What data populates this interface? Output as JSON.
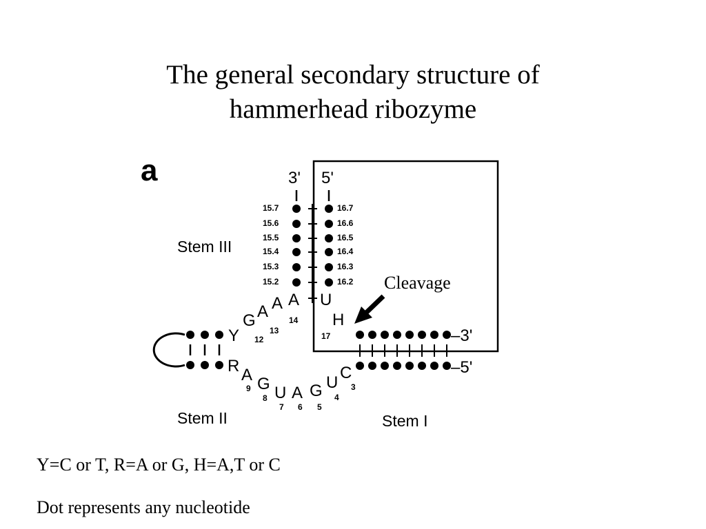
{
  "slide": {
    "title_line1": "The general secondary structure of",
    "title_line2": "hammerhead ribozyme",
    "note1": "Y=C or T, R=A or G, H=A,T or C",
    "note2": "Dot represents any nucleotide"
  },
  "diagram": {
    "panel_label": "a",
    "stem3_label": "Stem III",
    "stem2_label": "Stem II",
    "stem1_label": "Stem I",
    "cleavage_label": "Cleavage",
    "end_3prime_top": "3'",
    "end_5prime_top": "5'",
    "end_3prime_right": "–3'",
    "end_5prime_right": "–5'",
    "stem3_left_numbers": [
      "15.7",
      "15.6",
      "15.5",
      "15.4",
      "15.3",
      "15.2"
    ],
    "stem3_right_numbers": [
      "16.7",
      "16.6",
      "16.5",
      "16.4",
      "16.3",
      "16.2"
    ],
    "bases": {
      "A15_1": "A",
      "U16_1": "U",
      "H17": "H",
      "A14": "A",
      "A13": "A",
      "G12": "G",
      "Y": "Y",
      "R": "R",
      "A9": "A",
      "G8": "G",
      "U7": "U",
      "A6": "A",
      "G5": "G",
      "U4": "U",
      "C3": "C"
    },
    "numbers": {
      "n17": "17",
      "n14": "14",
      "n13": "13",
      "n12": "12",
      "n9": "9",
      "n8": "8",
      "n7": "7",
      "n6": "6",
      "n5": "5",
      "n4": "4",
      "n3": "3"
    }
  }
}
